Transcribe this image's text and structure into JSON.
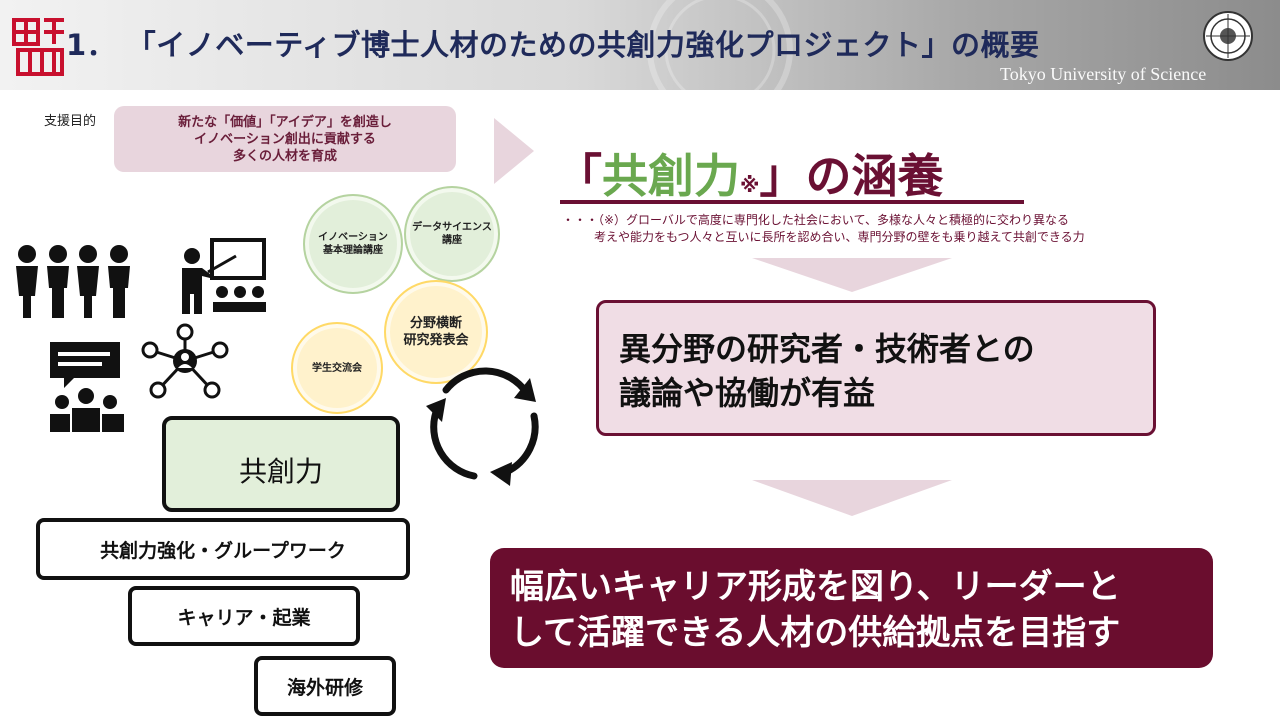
{
  "header": {
    "logo_text": "理",
    "title": "1． 「イノベーティブ博士人材のための共創力強化プロジェクト」の概要",
    "university": "Tokyo University of Science"
  },
  "support": {
    "label": "支援目的",
    "lines": [
      "新たな「価値」「アイデア」を創造し",
      "イノベーション創出に貢献する",
      "多くの人材を育成"
    ]
  },
  "heading": {
    "open": "「",
    "highlight": "共創力",
    "mark": "※",
    "close": "」の涵養"
  },
  "note": {
    "lines": [
      "・・・（※）グローバルで高度に専門化した社会において、多様な人々と積極的に交わり異なる",
      "考えや能力をもつ人々と互いに長所を認め合い、専門分野の壁をも乗り越えて共創できる力"
    ]
  },
  "middle": {
    "lines": [
      "異分野の研究者・技術者との",
      "議論や協働が有益"
    ]
  },
  "final": {
    "lines": [
      "幅広いキャリア形成を図り、リーダーと",
      "して活躍できる人材の供給拠点を目指す"
    ]
  },
  "circles": {
    "innovation": [
      "イノベーション",
      "基本理論講座"
    ],
    "data_science": [
      "データサイエンス",
      "講座"
    ],
    "cross_field": [
      "分野横断",
      "研究発表会"
    ],
    "student": [
      "学生交流会"
    ]
  },
  "kyoso": {
    "label": "共創力"
  },
  "steps": {
    "group_work": "共創力強化・グループワーク",
    "career": "キャリア・起業",
    "overseas": "海外研修"
  },
  "colors": {
    "maroon": "#6a1033",
    "green": "#6aa84f",
    "navy": "#1f2a5a",
    "pink_bg": "#f0dde5"
  },
  "icons": {
    "logo": "university-kanji-logo",
    "emblem": "university-seal-icon",
    "people": "people-group-icon",
    "teacher": "lecture-icon",
    "meeting": "discussion-icon",
    "network": "network-icon",
    "cycle": "cycle-arrows-icon"
  }
}
